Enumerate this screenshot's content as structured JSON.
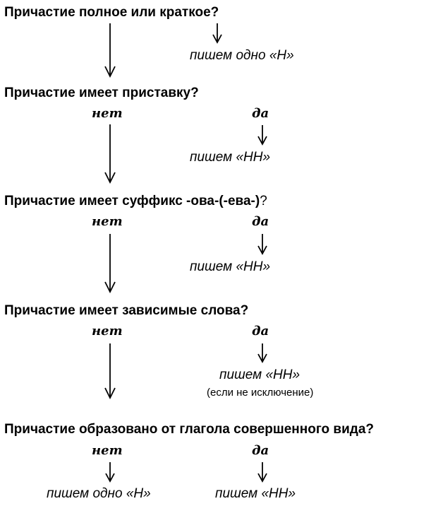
{
  "q1": {
    "text": "Причастие полное или краткое?",
    "result": "пишем одно «Н»"
  },
  "q2": {
    "text": "Причастие имеет приставку?",
    "no": "нет",
    "yes": "да",
    "yes_result": "пишем «НН»"
  },
  "q3": {
    "text_bold": "Причастие имеет суффикс -ова-(-ева-)",
    "text_tail": "?",
    "no": "нет",
    "yes": "да",
    "yes_result": "пишем «НН»"
  },
  "q4": {
    "text": "Причастие имеет зависимые слова?",
    "no": "нет",
    "yes": "да",
    "yes_result": "пишем «НН»",
    "yes_note": "(если не исключение)"
  },
  "q5": {
    "text": "Причастие образовано от глагола совершенного вида?",
    "no": "нет",
    "yes": "да",
    "no_result": "пишем одно «Н»",
    "yes_result": "пишем «НН»"
  }
}
